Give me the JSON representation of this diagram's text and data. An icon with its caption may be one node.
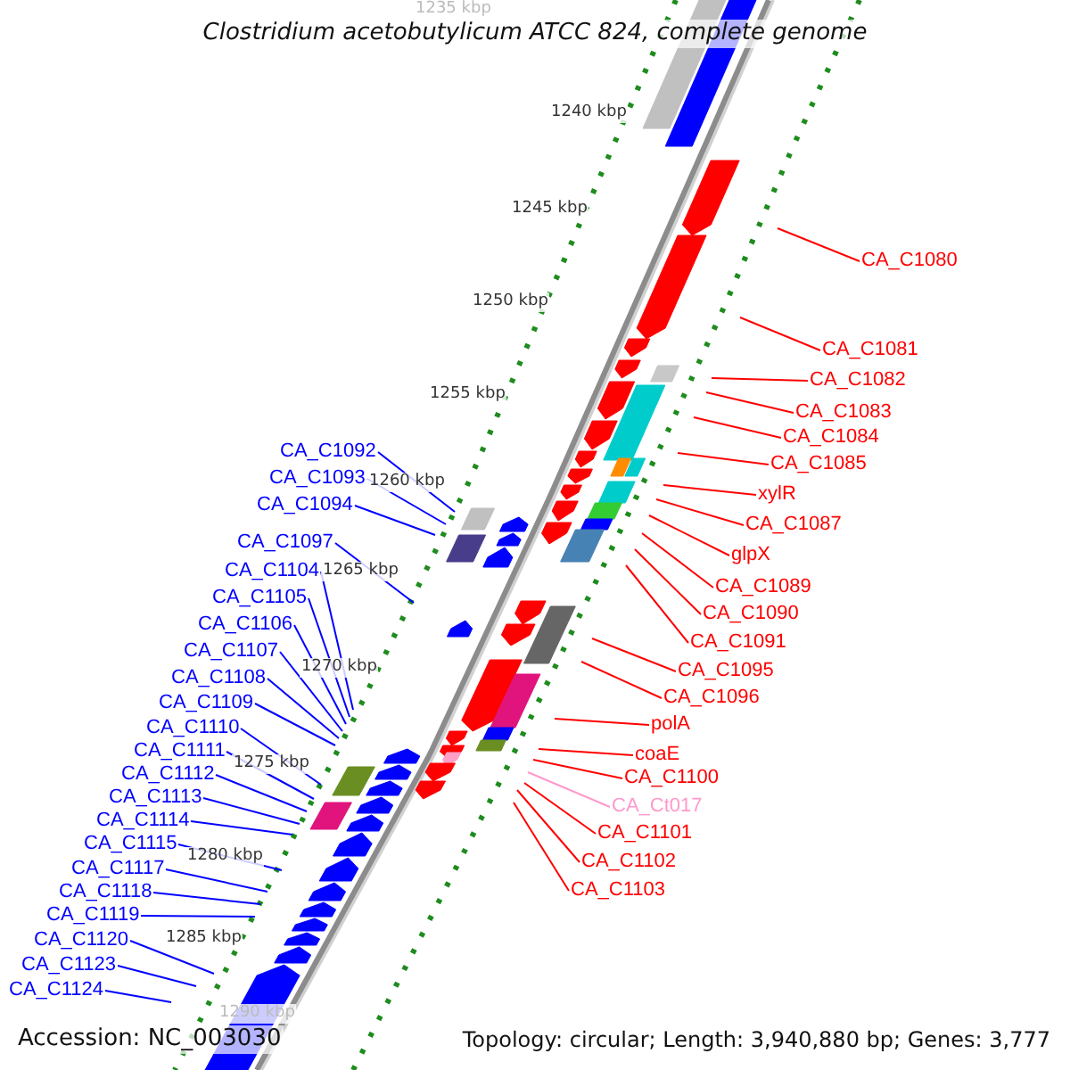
{
  "diagram": {
    "title": "Clostridium acetobutylicum ATCC 824, complete genome",
    "nodes": [
      {
        "text": [
          "CA_C1080"
        ]
      },
      {
        "text": [
          "CA_C1081"
        ]
      },
      {
        "text": [
          "CA_C1082"
        ]
      },
      {
        "text": [
          "CA_C1083"
        ]
      },
      {
        "text": [
          "CA_C1084"
        ]
      },
      {
        "text": [
          "CA_C1085"
        ]
      },
      {
        "text": [
          "xylR"
        ]
      },
      {
        "text": [
          "CA_C1087"
        ]
      },
      {
        "text": [
          "glpX"
        ]
      },
      {
        "text": [
          "CA_C1089"
        ]
      },
      {
        "text": [
          "CA_C1090"
        ]
      },
      {
        "text": [
          "CA_C1091"
        ]
      },
      {
        "text": [
          "CA_C1095"
        ]
      },
      {
        "text": [
          "CA_C1096"
        ]
      },
      {
        "text": [
          "polA"
        ]
      },
      {
        "text": [
          "coaE"
        ]
      },
      {
        "text": [
          "CA_C1100"
        ]
      },
      {
        "text": [
          "CA_Ct017"
        ]
      },
      {
        "text": [
          "CA_C1101"
        ]
      },
      {
        "text": [
          "CA_C1102"
        ]
      },
      {
        "text": [
          "CA_C1103"
        ]
      },
      {
        "text": [
          "CA_C1092"
        ]
      },
      {
        "text": [
          "CA_C1093"
        ]
      },
      {
        "text": [
          "CA_C1094"
        ]
      },
      {
        "text": [
          "CA_C1097"
        ]
      },
      {
        "text": [
          "CA_C1104"
        ]
      },
      {
        "text": [
          "CA_C1105"
        ]
      },
      {
        "text": [
          "CA_C1106"
        ]
      },
      {
        "text": [
          "CA_C1107"
        ]
      },
      {
        "text": [
          "CA_C1108"
        ]
      },
      {
        "text": [
          "CA_C1109"
        ]
      },
      {
        "text": [
          "CA_C1110"
        ]
      },
      {
        "text": [
          "CA_C1111"
        ]
      },
      {
        "text": [
          "CA_C1112"
        ]
      },
      {
        "text": [
          "CA_C1113"
        ]
      },
      {
        "text": [
          "CA_C1114"
        ]
      },
      {
        "text": [
          "CA_C1115"
        ]
      },
      {
        "text": [
          "CA_C1117"
        ]
      },
      {
        "text": [
          "CA_C1118"
        ]
      },
      {
        "text": [
          "CA_C1119"
        ]
      },
      {
        "text": [
          "CA_C1120"
        ]
      },
      {
        "text": [
          "CA_C1123"
        ]
      },
      {
        "text": [
          "CA_C1124"
        ]
      }
    ],
    "edges": [
      {
        "from": 0,
        "to": null,
        "arrow": "none",
        "color": "#ff0000"
      },
      {
        "from": 1,
        "to": null,
        "arrow": "none",
        "color": "#ff0000"
      },
      {
        "from": 2,
        "to": null,
        "arrow": "none",
        "color": "#ff0000"
      },
      {
        "from": 3,
        "to": null,
        "arrow": "none",
        "color": "#ff0000"
      },
      {
        "from": 4,
        "to": null,
        "arrow": "none",
        "color": "#ff0000"
      },
      {
        "from": 5,
        "to": null,
        "arrow": "none",
        "color": "#ff0000"
      },
      {
        "from": 6,
        "to": null,
        "arrow": "none",
        "color": "#ff0000"
      },
      {
        "from": 7,
        "to": null,
        "arrow": "none",
        "color": "#ff0000"
      },
      {
        "from": 8,
        "to": null,
        "arrow": "none",
        "color": "#ff0000"
      },
      {
        "from": 9,
        "to": null,
        "arrow": "none",
        "color": "#ff0000"
      },
      {
        "from": 10,
        "to": null,
        "arrow": "none",
        "color": "#ff0000"
      },
      {
        "from": 11,
        "to": null,
        "arrow": "none",
        "color": "#ff0000"
      },
      {
        "from": 12,
        "to": null,
        "arrow": "none",
        "color": "#ff0000"
      },
      {
        "from": 13,
        "to": null,
        "arrow": "none",
        "color": "#ff0000"
      },
      {
        "from": 14,
        "to": null,
        "arrow": "none",
        "color": "#ff0000"
      },
      {
        "from": 15,
        "to": null,
        "arrow": "none",
        "color": "#ff0000"
      },
      {
        "from": 16,
        "to": null,
        "arrow": "none",
        "color": "#ff0000"
      },
      {
        "from": 17,
        "to": null,
        "arrow": "none",
        "color": "#ff99cc"
      },
      {
        "from": 18,
        "to": null,
        "arrow": "none",
        "color": "#ff0000"
      },
      {
        "from": 19,
        "to": null,
        "arrow": "none",
        "color": "#ff0000"
      },
      {
        "from": 20,
        "to": null,
        "arrow": "none",
        "color": "#ff0000"
      },
      {
        "from": 21,
        "to": null,
        "arrow": "none",
        "color": "#0000ff"
      },
      {
        "from": 22,
        "to": null,
        "arrow": "none",
        "color": "#0000ff"
      },
      {
        "from": 23,
        "to": null,
        "arrow": "none",
        "color": "#0000ff"
      },
      {
        "from": 24,
        "to": null,
        "arrow": "none",
        "color": "#0000ff"
      },
      {
        "from": 25,
        "to": null,
        "arrow": "none",
        "color": "#0000ff"
      },
      {
        "from": 26,
        "to": null,
        "arrow": "none",
        "color": "#0000ff"
      },
      {
        "from": 27,
        "to": null,
        "arrow": "none",
        "color": "#0000ff"
      },
      {
        "from": 28,
        "to": null,
        "arrow": "none",
        "color": "#0000ff"
      },
      {
        "from": 29,
        "to": null,
        "arrow": "none",
        "color": "#0000ff"
      },
      {
        "from": 30,
        "to": null,
        "arrow": "none",
        "color": "#0000ff"
      },
      {
        "from": 31,
        "to": null,
        "arrow": "none",
        "color": "#0000ff"
      },
      {
        "from": 32,
        "to": null,
        "arrow": "none",
        "color": "#0000ff"
      },
      {
        "from": 33,
        "to": null,
        "arrow": "none",
        "color": "#0000ff"
      },
      {
        "from": 34,
        "to": null,
        "arrow": "none",
        "color": "#0000ff"
      },
      {
        "from": 35,
        "to": null,
        "arrow": "none",
        "color": "#0000ff"
      },
      {
        "from": 36,
        "to": null,
        "arrow": "none",
        "color": "#0000ff"
      },
      {
        "from": 37,
        "to": null,
        "arrow": "none",
        "color": "#0000ff"
      },
      {
        "from": 38,
        "to": null,
        "arrow": "none",
        "color": "#0000ff"
      },
      {
        "from": 39,
        "to": null,
        "arrow": "none",
        "color": "#0000ff"
      },
      {
        "from": 40,
        "to": null,
        "arrow": "none",
        "color": "#0000ff"
      },
      {
        "from": 41,
        "to": null,
        "arrow": "none",
        "color": "#0000ff"
      },
      {
        "from": 42,
        "to": null,
        "arrow": "none",
        "color": "#0000ff"
      }
    ],
    "labels": [
      "1235 kbp",
      "1240 kbp",
      "1245 kbp",
      "1250 kbp",
      "1255 kbp",
      "1260 kbp",
      "1265 kbp",
      "1270 kbp",
      "1275 kbp",
      "1280 kbp",
      "1285 kbp",
      "1290 kbp",
      "Accession: NC_003030",
      "Topology: circular; Length: 3,940,880 bp; Genes: 3,777"
    ]
  }
}
